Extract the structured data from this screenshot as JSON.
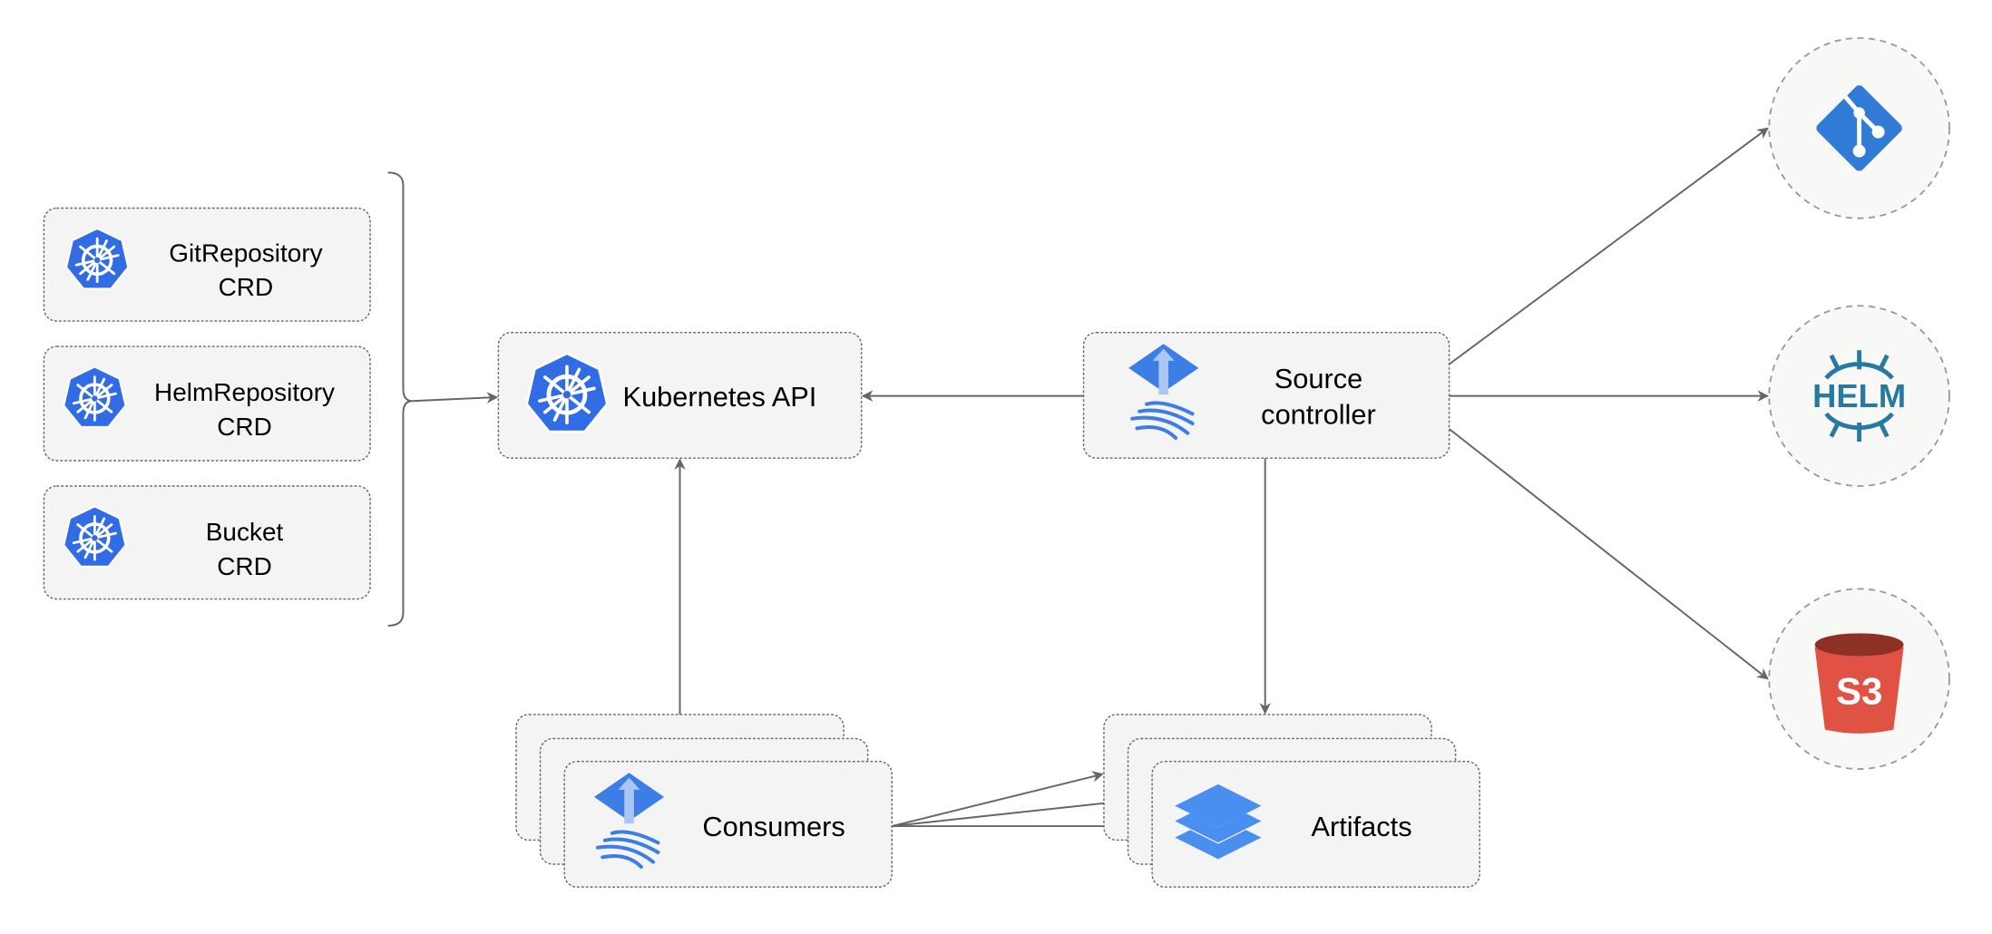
{
  "nodes": {
    "git_repository_crd": {
      "line1": "GitRepository",
      "line2": "CRD",
      "icon": "kubernetes-icon"
    },
    "helm_repository_crd": {
      "line1": "HelmRepository",
      "line2": "CRD",
      "icon": "kubernetes-icon"
    },
    "bucket_crd": {
      "line1": "Bucket",
      "line2": "CRD",
      "icon": "kubernetes-icon"
    },
    "kubernetes_api": {
      "label": "Kubernetes API",
      "icon": "kubernetes-icon"
    },
    "source_controller": {
      "line1": "Source",
      "line2": "controller",
      "icon": "flux-icon"
    },
    "consumers": {
      "label": "Consumers",
      "icon": "flux-icon"
    },
    "artifacts": {
      "label": "Artifacts",
      "icon": "layers-icon"
    },
    "git": {
      "icon": "git-icon"
    },
    "helm": {
      "label": "HELM",
      "icon": "helm-icon"
    },
    "s3": {
      "label": "S3",
      "icon": "s3-bucket-icon"
    }
  },
  "colors": {
    "kubernetes_blue": "#326ce5",
    "flux_blue": "#3c7de6",
    "git_blue": "#2f7bd6",
    "helm_teal": "#277a9f",
    "s3_red": "#e05243",
    "s3_dark": "#8c3123",
    "edge": "#666666"
  }
}
